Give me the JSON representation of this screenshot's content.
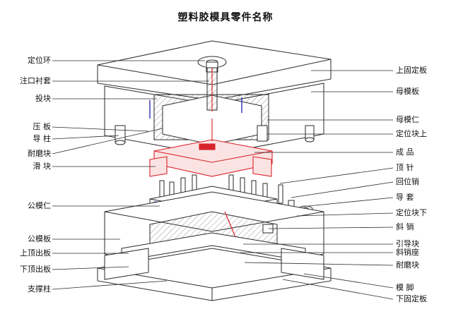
{
  "title": "塑料胶模具零件名称",
  "labels_left": [
    {
      "id": "dingweihuan",
      "text": "定位环"
    },
    {
      "id": "zhukou",
      "text": "注口衬套"
    },
    {
      "id": "chakuai",
      "text": "投块"
    },
    {
      "id": "yaban",
      "text": "压  板"
    },
    {
      "id": "daozhu",
      "text": "导  柱"
    },
    {
      "id": "naimokuai",
      "text": "耐磨块"
    },
    {
      "id": "huakuai",
      "text": "滑  块"
    },
    {
      "id": "gongmoren",
      "text": "公模仁"
    },
    {
      "id": "gongmoban",
      "text": "公模板"
    },
    {
      "id": "shangdingchu",
      "text": "上顶出板"
    },
    {
      "id": "xiadingchu",
      "text": "下顶出板"
    },
    {
      "id": "zhichengzhu",
      "text": "支撑柱"
    }
  ],
  "labels_right": [
    {
      "id": "shanggudingban",
      "text": "上固定板"
    },
    {
      "id": "mumoban",
      "text": "母模板"
    },
    {
      "id": "mumoren",
      "text": "母模仁"
    },
    {
      "id": "dingweikuaishang",
      "text": "定位块上"
    },
    {
      "id": "chengpin",
      "text": "成  品"
    },
    {
      "id": "dingzhen",
      "text": "顶  针"
    },
    {
      "id": "huiweixiao",
      "text": "回位销"
    },
    {
      "id": "daotao",
      "text": "导  套"
    },
    {
      "id": "dingweikuaixia",
      "text": "定位块下"
    },
    {
      "id": "xiexiao",
      "text": "斜  销"
    },
    {
      "id": "yindaokuai",
      "text": "引导块"
    },
    {
      "id": "xiexiaozuo",
      "text": "斜销座"
    },
    {
      "id": "naimokuai2",
      "text": "耐磨块"
    },
    {
      "id": "mojiao",
      "text": "模  脚"
    },
    {
      "id": "xiagudingban",
      "text": "下固定板"
    }
  ],
  "colors": {
    "line": "#2a2a2a",
    "hatch": "#555555",
    "product": "#d9242b",
    "insert": "#3a3ab8",
    "label": "#111111"
  },
  "icons": [
    "mold-assembly-drawing"
  ]
}
